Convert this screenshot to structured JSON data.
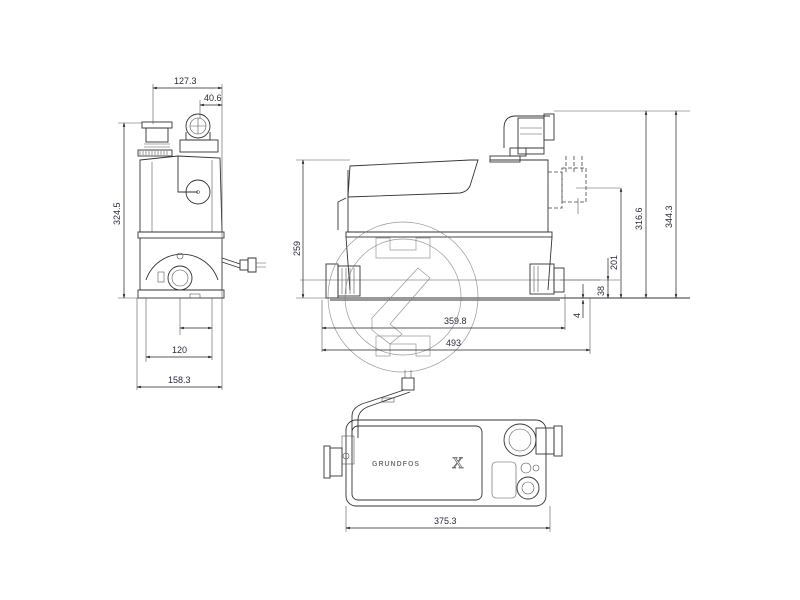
{
  "drawing": {
    "subject": "Grundfos sewage lifting unit dimensional drawing",
    "brand_label": "GRUNDFOS",
    "brand_mark": "X",
    "units": "mm",
    "colors": {
      "lines": "#333333",
      "dimension_text": "#2a2a3a",
      "watermark": "#777777",
      "background": "#ffffff"
    }
  },
  "views": {
    "side_view": {
      "dimensions": {
        "top_width": "127.3",
        "outlet_offset": "40.6",
        "height": "324.5",
        "base_inner": "120",
        "base_total": "158.3"
      }
    },
    "front_view": {
      "dimensions": {
        "body_height": "259",
        "inlet_center_height": "201",
        "outlet_height": "316.6",
        "total_height": "344.3",
        "inlet_low_height": "38",
        "foot_offset": "4",
        "inlet_span": "359.8",
        "total_length": "493"
      }
    },
    "top_view": {
      "dimensions": {
        "length": "375.3"
      }
    }
  }
}
